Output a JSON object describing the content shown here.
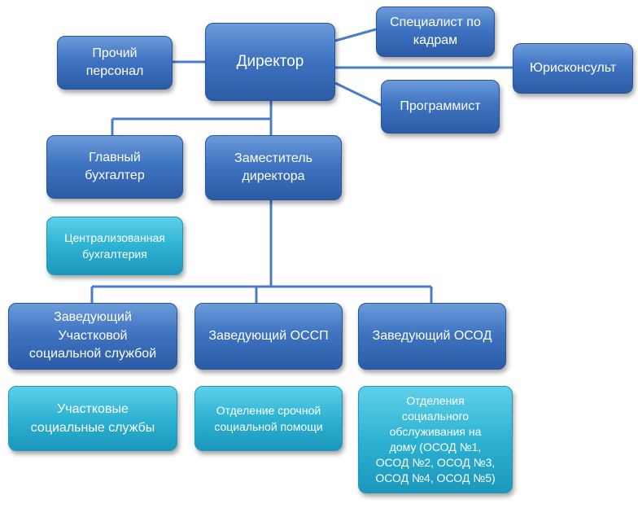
{
  "nodes": {
    "director": "Директор",
    "hr_specialist": "Специалист по\nкадрам",
    "legal_consultant": "Юрисконсульт",
    "programmer": "Программист",
    "other_staff": "Прочий\nперсонал",
    "chief_accountant": "Главный\nбухгалтер",
    "deputy_director": "Заместитель\nдиректора",
    "centralized_accounting": "Централизованная\nбухгалтерия",
    "head_district_service": "Заведующий\nУчастковой\nсоциальной службой",
    "head_ossp": "Заведующий ОССП",
    "head_osod": "Заведующий ОСОД",
    "district_services": "Участковые\nсоциальные службы",
    "urgent_aid_department": "Отделение срочной\nсоциальной помощи",
    "home_service_departments": "Отделения\nсоциального\nобслуживания на\nдому (ОСОД №1,\nОСОД №2, ОСОД №3,\nОСОД №4, ОСОД №5)"
  },
  "colors": {
    "line": "#4a7cc9",
    "blue_box": "#3f74c2",
    "teal_box": "#2eb2d3"
  }
}
